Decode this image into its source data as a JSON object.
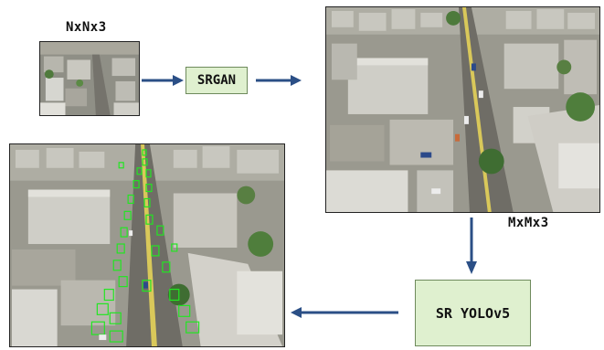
{
  "labels": {
    "input_dim": "NxNx3",
    "sr_dim": "MxMx3",
    "srgan": "SRGAN",
    "detector": "SR YOLOv5"
  },
  "images": {
    "input": "low-resolution aerial photo of town street",
    "super_resolved": "super-resolved aerial photo of town street",
    "detections": "aerial photo with green vehicle detection boxes"
  },
  "colors": {
    "arrow": "#2b4f86",
    "box_fill": "#dff0cf",
    "box_border": "#6e8a5c",
    "detection": "#22e622"
  }
}
